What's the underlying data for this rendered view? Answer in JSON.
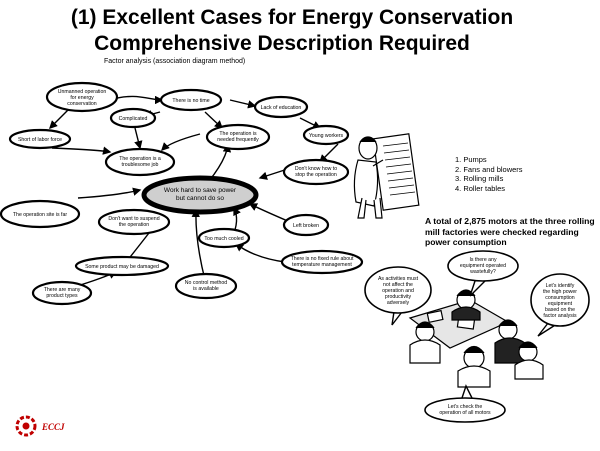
{
  "header": {
    "title_line1": "(1) Excellent Cases for Energy Conservation",
    "title_line2": "Comprehensive Description Required",
    "subtitle": "Factor analysis (association diagram method)"
  },
  "diagram": {
    "center": {
      "line1": "Work hard to save power",
      "line2": "but cannot do so"
    },
    "nodes": [
      {
        "id": "unmanned",
        "lines": [
          "Unmanned operation",
          "for energy",
          "conservation"
        ]
      },
      {
        "id": "no-time",
        "lines": [
          "There is no time"
        ]
      },
      {
        "id": "lack-education",
        "lines": [
          "Lack of education"
        ]
      },
      {
        "id": "complicated",
        "lines": [
          "Complicated"
        ]
      },
      {
        "id": "short-labor",
        "lines": [
          "Short of labor force"
        ]
      },
      {
        "id": "operation-needed",
        "lines": [
          "The operation is",
          "needed frequently"
        ]
      },
      {
        "id": "young-workers",
        "lines": [
          "Young workers"
        ]
      },
      {
        "id": "troublesome",
        "lines": [
          "The operation is a",
          "troublesome job"
        ]
      },
      {
        "id": "dont-know-stop",
        "lines": [
          "Don't know how to",
          "stop the operation"
        ]
      },
      {
        "id": "site-far",
        "lines": [
          "The operation site is far"
        ]
      },
      {
        "id": "dont-want-suspend",
        "lines": [
          "Don't want to suspend",
          "the operation"
        ]
      },
      {
        "id": "left-broken",
        "lines": [
          "Left broken"
        ]
      },
      {
        "id": "too-much-cooled",
        "lines": [
          "Too much cooled"
        ]
      },
      {
        "id": "product-damaged",
        "lines": [
          "Some product may be damaged"
        ]
      },
      {
        "id": "no-fixed-rule",
        "lines": [
          "There is no fixed rule about",
          "temperature management"
        ]
      },
      {
        "id": "many-types",
        "lines": [
          "There are many",
          "product types"
        ]
      },
      {
        "id": "no-control",
        "lines": [
          "No control method",
          "is available"
        ]
      }
    ]
  },
  "list": {
    "items": [
      "1. Pumps",
      "2. Fans and blowers",
      "3. Rolling mills",
      "4. Roller tables"
    ]
  },
  "summary": "A total of 2,875 motors at the three rolling mill factories were checked regarding power consumption",
  "bubbles": {
    "b1": [
      "As activities must",
      "not affect the",
      "operation and",
      "productivity",
      "adversely"
    ],
    "b2": [
      "Is there any",
      "equipment operated",
      "wastefully?"
    ],
    "b3": [
      "Let's identify",
      "the high power",
      "consumption",
      "equipment",
      "based on the",
      "factor analysis"
    ],
    "b4": [
      "Let's check the",
      "operation of all motors"
    ]
  },
  "logo": {
    "text": "ECCJ",
    "color": "#c00000"
  }
}
